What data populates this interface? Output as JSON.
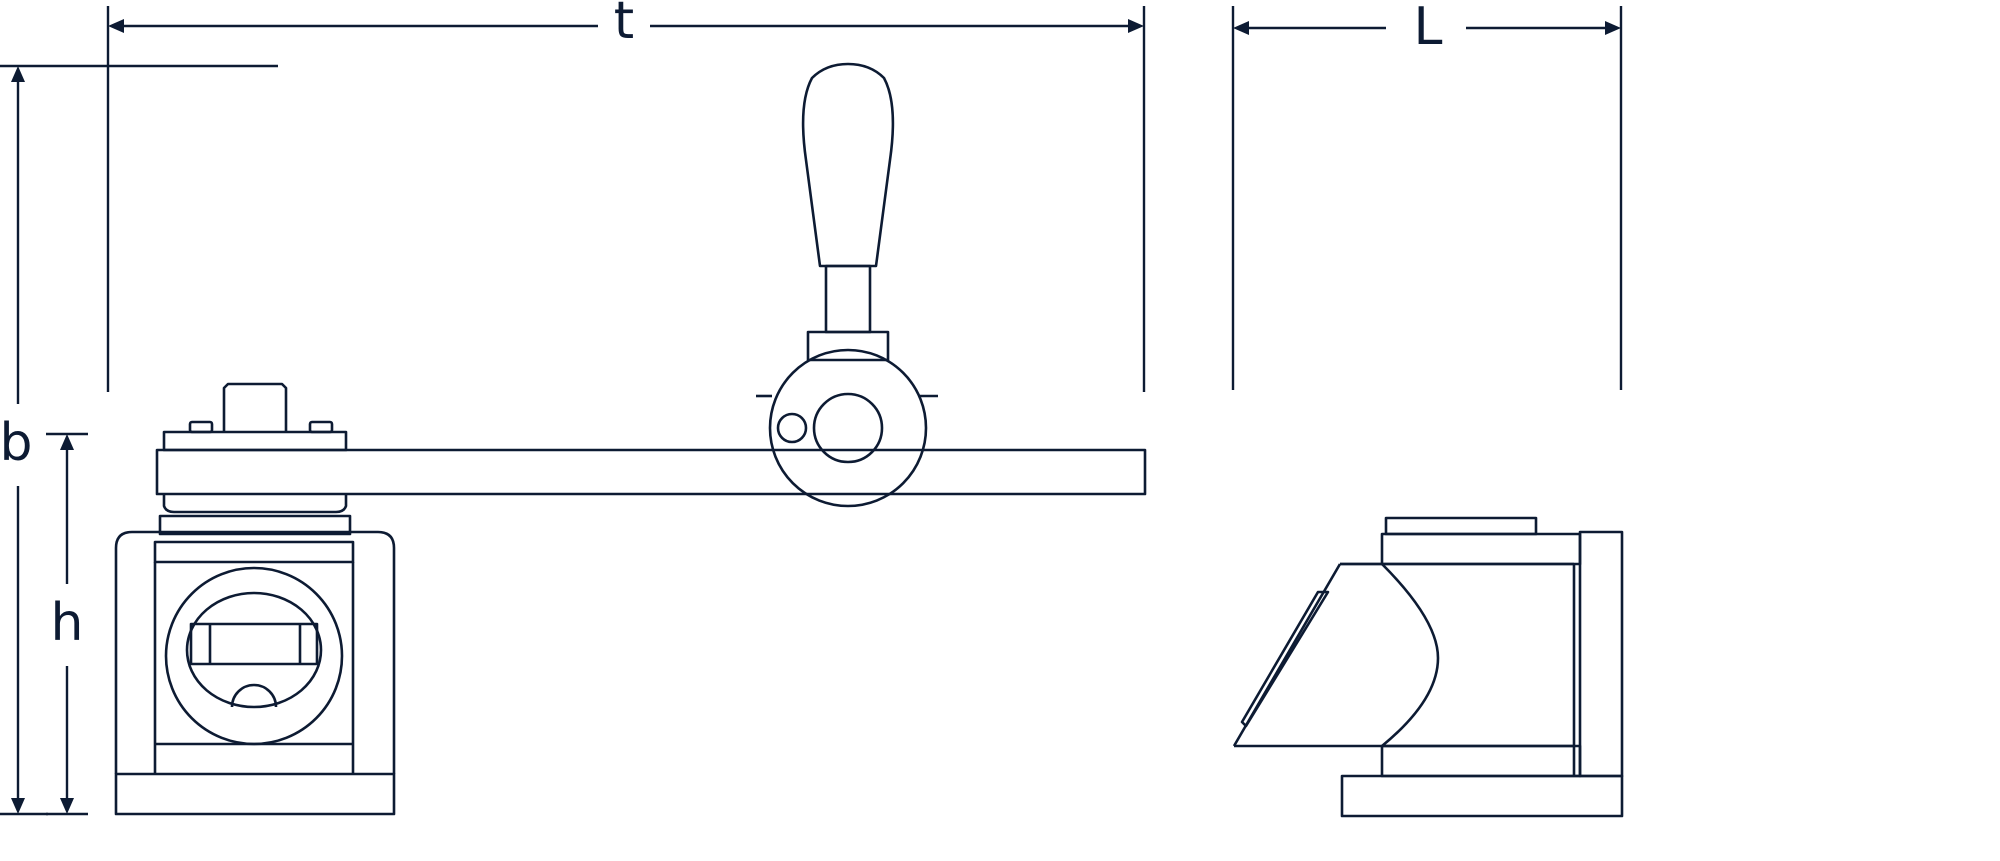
{
  "dimensions": {
    "t": "t",
    "L": "L",
    "b": "b",
    "h": "h"
  },
  "colors": {
    "line": "#0d1b33",
    "background": "#ffffff"
  }
}
